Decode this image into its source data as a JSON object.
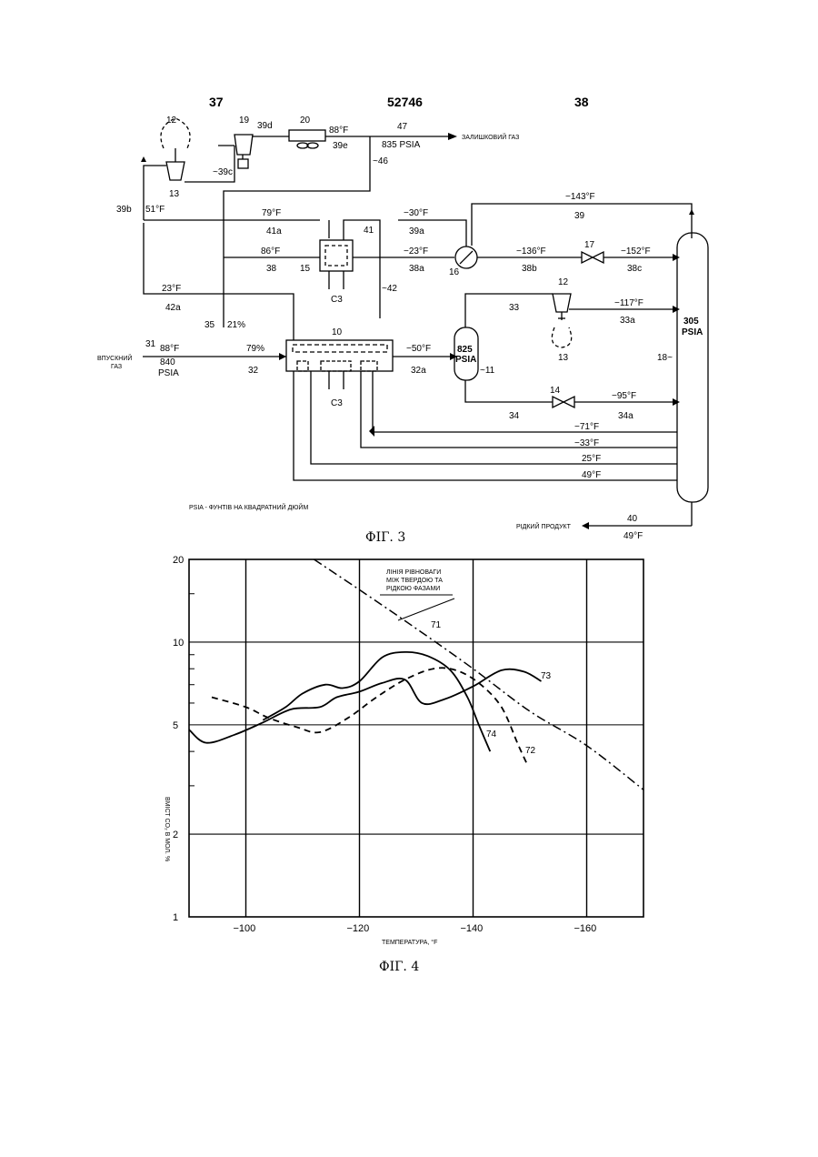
{
  "header": {
    "left": "37",
    "center": "52746",
    "right": "38"
  },
  "fig3": {
    "caption": "ФІГ.  3",
    "psia_note": "PSIA - ФУНТІВ НА КВАДРАТНИЙ ДЮЙМ",
    "residue_gas": "ЗАЛИШКОВИЙ ГАЗ",
    "inlet_gas_1": "ВПУСКНИЙ",
    "inlet_gas_2": "ГАЗ",
    "liquid_product": "РІДКИЙ ПРОДУКТ",
    "labels": {
      "n12_top": "12",
      "n19": "19",
      "n39d": "39d",
      "n20": "20",
      "t88_top": "88°F",
      "n47": "47",
      "p835": "835 PSIA",
      "n39e": "39e",
      "n39c": "~39c",
      "n13_top": "13",
      "n46": "~46",
      "n39b": "39b",
      "t51": "51°F",
      "t79": "79°F",
      "n41a": "41a",
      "n41": "41",
      "t30": "−30°F",
      "n39a": "39a",
      "t143": "−143°F",
      "n39": "39",
      "t86": "86°F",
      "n38": "38",
      "n15": "15",
      "c3_a": "C3",
      "t23": "−23°F",
      "n38a": "38a",
      "n16": "16",
      "t136": "−136°F",
      "n38b": "38b",
      "n17": "17",
      "t152": "−152°F",
      "n38c": "38c",
      "t23b": "23°F",
      "n42a": "42a",
      "n42": "~42",
      "n12": "12",
      "n33": "33",
      "t117": "−117°F",
      "n33a": "33a",
      "p305_1": "305",
      "p305_2": "PSIA",
      "n35": "35",
      "p21": "21%",
      "n10": "10",
      "n13": "13",
      "n18": "18~",
      "n31": "31",
      "t88": "88°F",
      "p840_1": "840",
      "p840_2": "PSIA",
      "p79": "79%",
      "n32": "32",
      "t50": "−50°F",
      "n32a": "32a",
      "p825_1": "825",
      "p825_2": "PSIA",
      "n11": "~11",
      "c3_b": "C3",
      "n14": "14",
      "t95": "−95°F",
      "n34": "34",
      "n34a": "34a",
      "t71": "−71°F",
      "t33": "−33°F",
      "t25": "25°F",
      "t49": "49°F",
      "n40": "40",
      "t49b": "49°F"
    }
  },
  "fig4": {
    "caption": "ФІГ.  4",
    "xlabel": "ТЕМПЕРАТУРА, °F",
    "ylabel": "ВМІСТ CO₂ В МОЛ. %",
    "annotation": [
      "ЛІНІЯ РІВНОВАГИ",
      "МІЖ ТВЕРДОЮ ТА",
      "РІДКОЮ ФАЗАМИ"
    ],
    "curve_labels": {
      "c71": "71",
      "c72": "72",
      "c73": "73",
      "c74": "74"
    },
    "chart_data": {
      "type": "line",
      "xlabel": "ТЕМПЕРАТУРА, °F",
      "ylabel": "ВМІСТ CO₂ В МОЛ. %",
      "x_reversed": true,
      "xlim": [
        -90,
        -170
      ],
      "ylim": [
        1,
        20
      ],
      "y_scale": "log",
      "x_ticks": [
        "−100",
        "−120",
        "−140",
        "−160"
      ],
      "y_ticks": [
        "1",
        "2",
        "5",
        "10",
        "20"
      ],
      "grid": true,
      "series": [
        {
          "name": "71",
          "style": "dash-dot",
          "x": [
            -112,
            -120,
            -130,
            -140,
            -150,
            -160,
            -170
          ],
          "y": [
            20,
            15.5,
            11.2,
            8.0,
            5.6,
            4.2,
            2.9
          ]
        },
        {
          "name": "72",
          "style": "dashed",
          "x": [
            -94,
            -100,
            -104,
            -109,
            -113,
            -118,
            -123,
            -128,
            -133,
            -137,
            -141,
            -145,
            -148,
            -149.5
          ],
          "y": [
            6.3,
            5.8,
            5.3,
            4.9,
            4.7,
            5.3,
            6.3,
            7.3,
            8.0,
            7.9,
            7.1,
            5.8,
            4.2,
            3.6
          ]
        },
        {
          "name": "73",
          "style": "solid",
          "x": [
            -90,
            -93,
            -98,
            -103,
            -108,
            -113,
            -116,
            -120,
            -124,
            -128,
            -131,
            -135,
            -140,
            -145,
            -149,
            -152
          ],
          "y": [
            4.8,
            4.3,
            4.6,
            5.1,
            5.7,
            5.8,
            6.3,
            6.6,
            7.1,
            7.3,
            6.0,
            6.2,
            6.9,
            7.9,
            7.8,
            7.2
          ]
        },
        {
          "name": "74",
          "style": "solid",
          "x": [
            -103,
            -107,
            -110,
            -114,
            -117,
            -120,
            -124,
            -128,
            -132,
            -136,
            -139,
            -141,
            -143
          ],
          "y": [
            5.2,
            5.8,
            6.5,
            7.0,
            6.8,
            7.2,
            8.8,
            9.2,
            8.9,
            7.9,
            6.3,
            5.0,
            4.0
          ]
        }
      ]
    }
  }
}
